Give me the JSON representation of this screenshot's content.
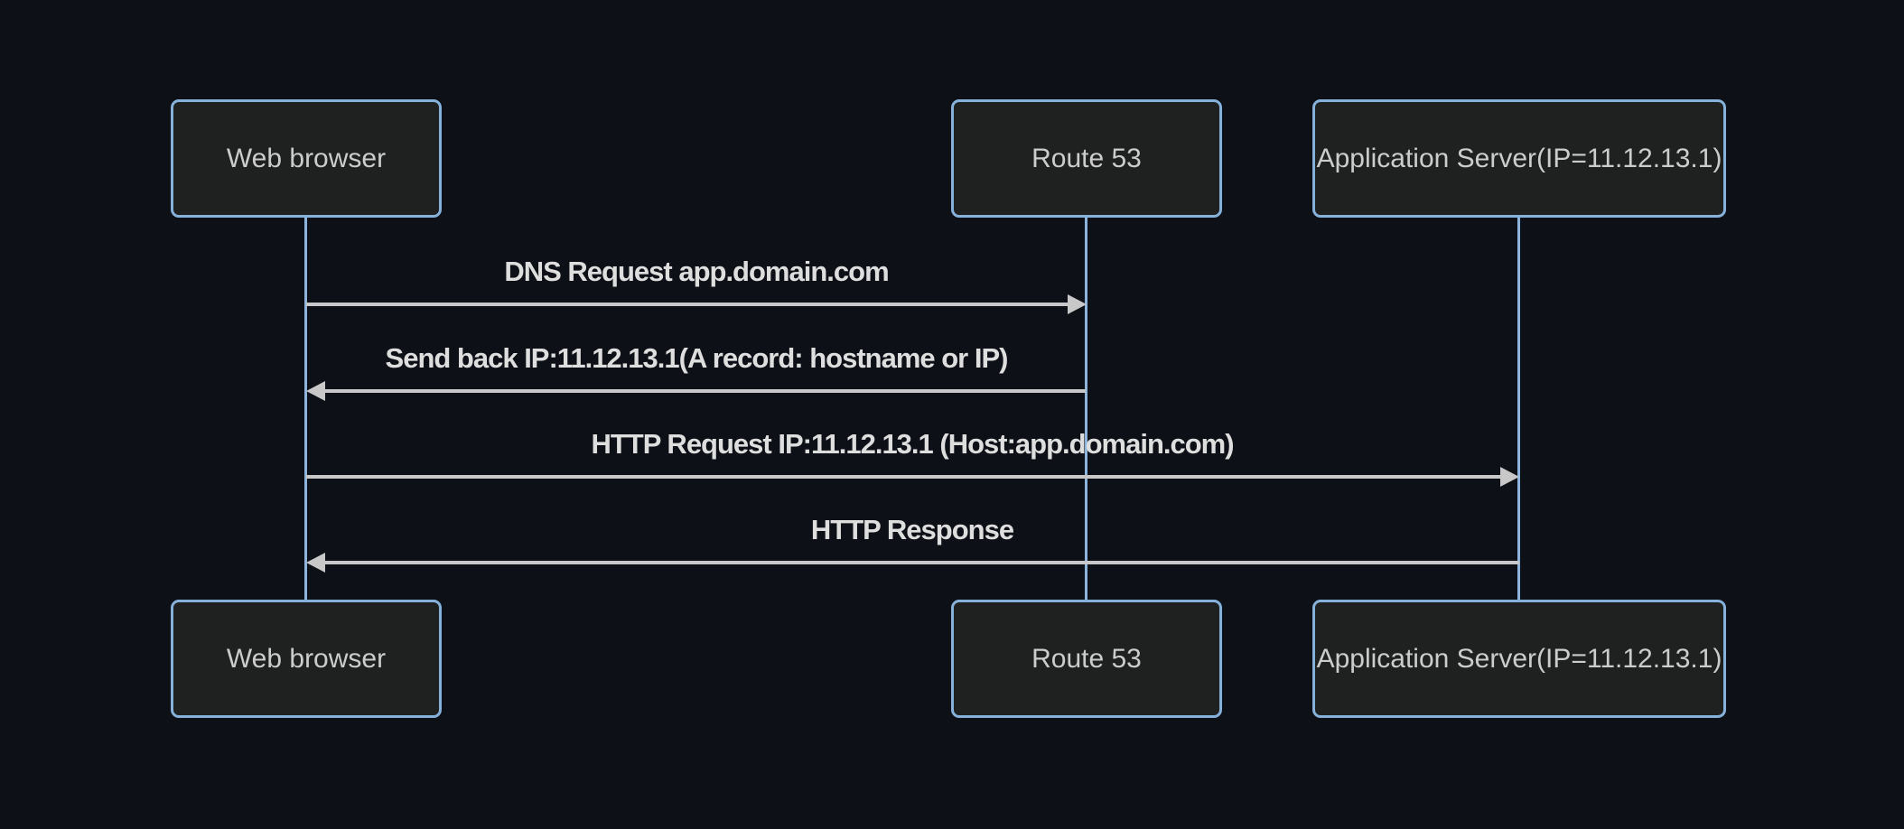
{
  "diagram": {
    "type": "sequence",
    "actors": [
      {
        "id": "browser",
        "label": "Web browser"
      },
      {
        "id": "route53",
        "label": "Route 53"
      },
      {
        "id": "appserver",
        "label": "Application Server(IP=11.12.13.1)"
      }
    ],
    "messages": [
      {
        "from": "browser",
        "to": "route53",
        "direction": "right",
        "line": "solid",
        "label": "DNS Request app.domain.com"
      },
      {
        "from": "route53",
        "to": "browser",
        "direction": "left",
        "line": "solid",
        "label": "Send back IP:11.12.13.1(A record: hostname or IP)"
      },
      {
        "from": "browser",
        "to": "appserver",
        "direction": "right",
        "line": "solid",
        "label": "HTTP Request IP:11.12.13.1 (Host:app.domain.com)"
      },
      {
        "from": "appserver",
        "to": "browser",
        "direction": "left",
        "line": "solid",
        "label": "HTTP Response"
      }
    ]
  },
  "colors": {
    "page-bg": "#0d1016",
    "actor-bg": "#1f2121",
    "actor-border": "#86b1da",
    "actor-text": "#cccccc",
    "lifeline": "#8cb4dd",
    "signal": "#c8c8c8",
    "signal-text": "#dedede"
  }
}
